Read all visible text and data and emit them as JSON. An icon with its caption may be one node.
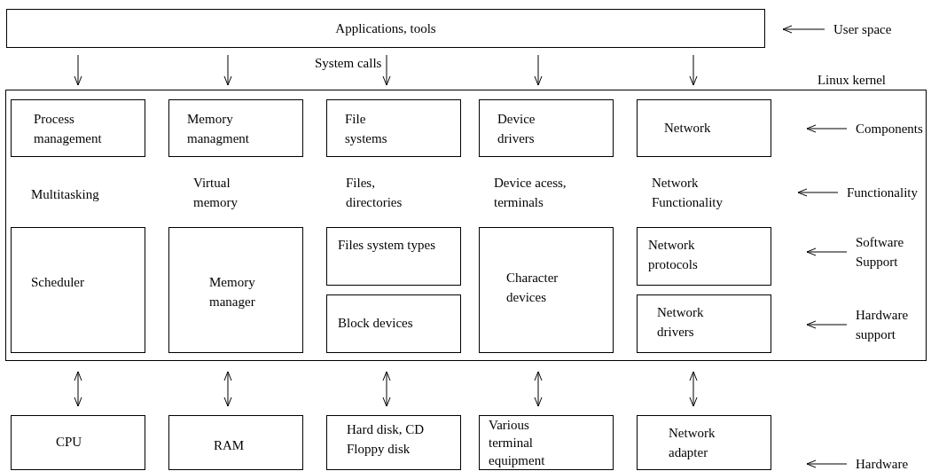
{
  "diagram": {
    "nodes": [
      {
        "text": [
          "Applications, tools"
        ]
      },
      {
        "text": [
          "Linux kernel"
        ]
      },
      {
        "text": [
          "Process management"
        ],
        "in": 1
      },
      {
        "text": [
          "Memory managment"
        ],
        "in": 1
      },
      {
        "text": [
          "File systems"
        ],
        "in": 1
      },
      {
        "text": [
          "Device drivers"
        ],
        "in": 1
      },
      {
        "text": [
          "Network"
        ],
        "in": 1
      },
      {
        "text": [
          "Scheduler"
        ],
        "in": 1
      },
      {
        "text": [
          "Memory manager"
        ],
        "in": 1
      },
      {
        "text": [
          "Files system types"
        ],
        "in": 1
      },
      {
        "text": [
          "Block devices"
        ],
        "in": 1
      },
      {
        "text": [
          "Character devices"
        ],
        "in": 1
      },
      {
        "text": [
          "Network protocols"
        ],
        "in": 1
      },
      {
        "text": [
          "Network drivers"
        ],
        "in": 1
      },
      {
        "text": [
          "CPU"
        ]
      },
      {
        "text": [
          "RAM"
        ]
      },
      {
        "text": [
          "Hard disk, CD Floppy disk"
        ]
      },
      {
        "text": [
          "Various terminal equipment"
        ]
      },
      {
        "text": [
          "Network adapter"
        ]
      },
      {
        "text": [
          "User space"
        ]
      },
      {
        "text": [
          "Components"
        ],
        "in": 1
      },
      {
        "text": [
          "Functionality"
        ],
        "in": 1
      },
      {
        "text": [
          "Software Support"
        ],
        "in": 1
      },
      {
        "text": [
          "Hardware support"
        ],
        "in": 1
      },
      {
        "text": [
          "Hardware"
        ]
      }
    ],
    "edges": [
      {
        "from": 0,
        "to": 1,
        "arrow": "to"
      },
      {
        "from": 0,
        "to": 1,
        "arrow": "to"
      },
      {
        "from": 0,
        "to": 1,
        "arrow": "to"
      },
      {
        "from": 0,
        "to": 1,
        "arrow": "to"
      },
      {
        "from": 0,
        "to": 1,
        "arrow": "to"
      },
      {
        "from": 1,
        "to": 14,
        "arrow": "both"
      },
      {
        "from": 1,
        "to": 15,
        "arrow": "both"
      },
      {
        "from": 1,
        "to": 16,
        "arrow": "both"
      },
      {
        "from": 1,
        "to": 17,
        "arrow": "both"
      },
      {
        "from": 1,
        "to": 18,
        "arrow": "both"
      },
      {
        "from": 19,
        "to": 0,
        "arrow": "to"
      },
      {
        "from": 20,
        "to": null,
        "arrow": "to"
      },
      {
        "from": 21,
        "to": null,
        "arrow": "to"
      },
      {
        "from": 22,
        "to": null,
        "arrow": "to"
      },
      {
        "from": 23,
        "to": null,
        "arrow": "to"
      },
      {
        "from": 24,
        "to": null,
        "arrow": "to"
      }
    ],
    "labels": [
      "System calls",
      "Multitasking",
      "Virtual memory",
      "Files, directories",
      "Device acess, terminals",
      "Network Functionality"
    ]
  }
}
